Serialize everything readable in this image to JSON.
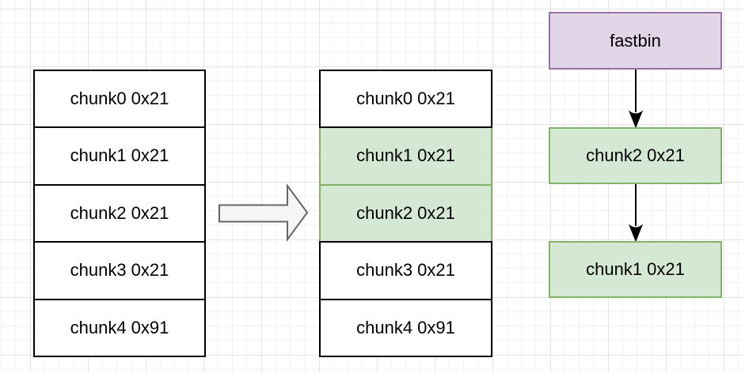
{
  "colors": {
    "canvas_bg": "#ffffff",
    "grid_minor": "#f2f2f2",
    "grid_major": "#e4e4e4",
    "chunk_fill": "#ffffff",
    "chunk_border": "#000000",
    "free_fill": "#d5e8d4",
    "free_border": "#82b366",
    "bin_fill": "#e1d5e7",
    "bin_border": "#9673a6",
    "arrow_fill": "#f5f5f5",
    "arrow_stroke": "#666666",
    "link_color": "#000000"
  },
  "before_list": {
    "items": [
      {
        "label": "chunk0 0x21",
        "highlighted": false
      },
      {
        "label": "chunk1 0x21",
        "highlighted": false
      },
      {
        "label": "chunk2 0x21",
        "highlighted": false
      },
      {
        "label": "chunk3 0x21",
        "highlighted": false
      },
      {
        "label": "chunk4 0x91",
        "highlighted": false
      }
    ]
  },
  "after_list": {
    "items": [
      {
        "label": "chunk0 0x21",
        "highlighted": false
      },
      {
        "label": "chunk1 0x21",
        "highlighted": true
      },
      {
        "label": "chunk2 0x21",
        "highlighted": true
      },
      {
        "label": "chunk3 0x21",
        "highlighted": false
      },
      {
        "label": "chunk4 0x91",
        "highlighted": false
      }
    ]
  },
  "fastbin": {
    "head_label": "fastbin",
    "nodes": [
      {
        "label": "chunk2 0x21"
      },
      {
        "label": "chunk1 0x21"
      }
    ]
  },
  "icons": {
    "transform_arrow": "right-arrow-icon",
    "link_arrow": "down-arrow-icon"
  }
}
